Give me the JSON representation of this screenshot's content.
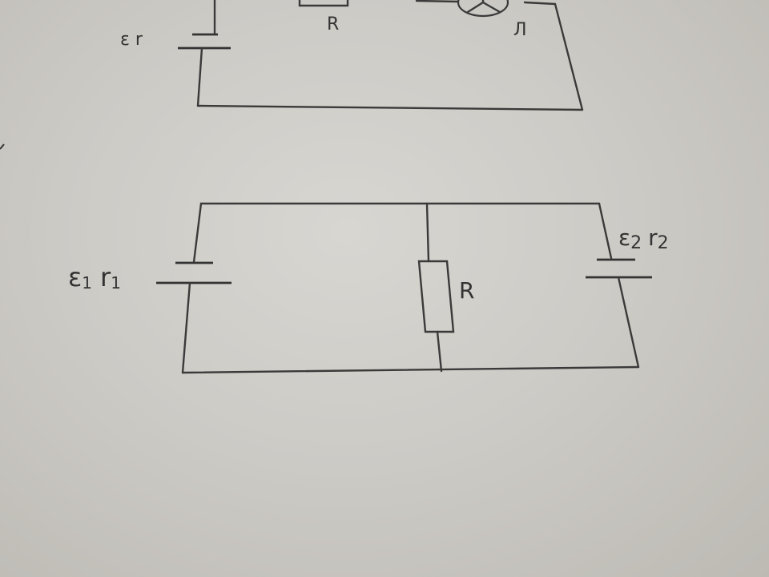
{
  "top_circuit": {
    "source_label": "ε r",
    "resistor_label": "R",
    "lamp_label": "Л"
  },
  "bottom_circuit": {
    "source1_label_eps": "ε",
    "source1_label_eps_sub": "1",
    "source1_label_r": "r",
    "source1_label_r_sub": "1",
    "resistor_label": "R",
    "source2_label_eps": "ε",
    "source2_label_eps_sub": "2",
    "source2_label_r": "r",
    "source2_label_r_sub": "2"
  }
}
